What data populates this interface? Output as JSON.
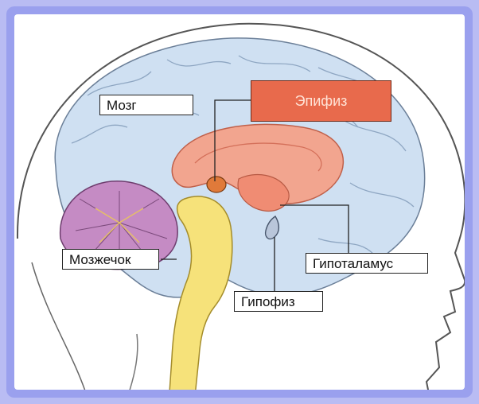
{
  "labels": {
    "brain": "Мозг",
    "pineal": "Эпифиз",
    "cerebellum": "Мозжечок",
    "hypothalamus": "Гипоталамус",
    "pituitary": "Гипофиз"
  },
  "colors": {
    "background": "#b9bcf3",
    "frame": "#9aa0ee",
    "cerebrum": "#cfe0f2",
    "limbic": "#f2a58f",
    "cerebellum": "#c58bc4",
    "brainstem": "#f6e27a",
    "highlight": "#e86a4c"
  }
}
